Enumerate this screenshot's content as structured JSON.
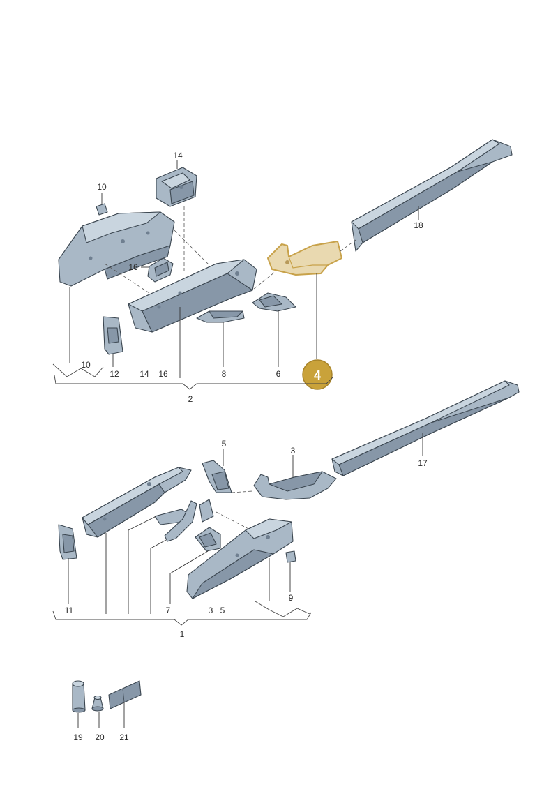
{
  "labels": {
    "l14": "14",
    "l10": "10",
    "l16": "16",
    "l18": "18",
    "l10b": "10",
    "l12": "12",
    "l14b": "14",
    "l16b": "16",
    "l8": "8",
    "l6": "6",
    "callout4": "4",
    "l2": "2",
    "l5": "5",
    "l3": "3",
    "l17": "17",
    "l11": "11",
    "l7": "7",
    "l3b": "3",
    "l5b": "5",
    "l9": "9",
    "l1": "1",
    "l19": "19",
    "l20": "20",
    "l21": "21"
  },
  "colors": {
    "part_fill": "#a9b8c6",
    "highlight_fill": "#e9d9b0",
    "highlight_stroke": "#c8a24a",
    "callout_fill": "#c9a23a"
  }
}
